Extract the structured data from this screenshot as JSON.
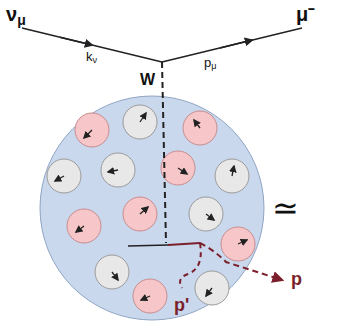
{
  "diagram": {
    "labels": [
      "νμ",
      "μ⁻",
      "kν",
      "pμ",
      "W",
      "p",
      "p'",
      "≃"
    ]
  }
}
